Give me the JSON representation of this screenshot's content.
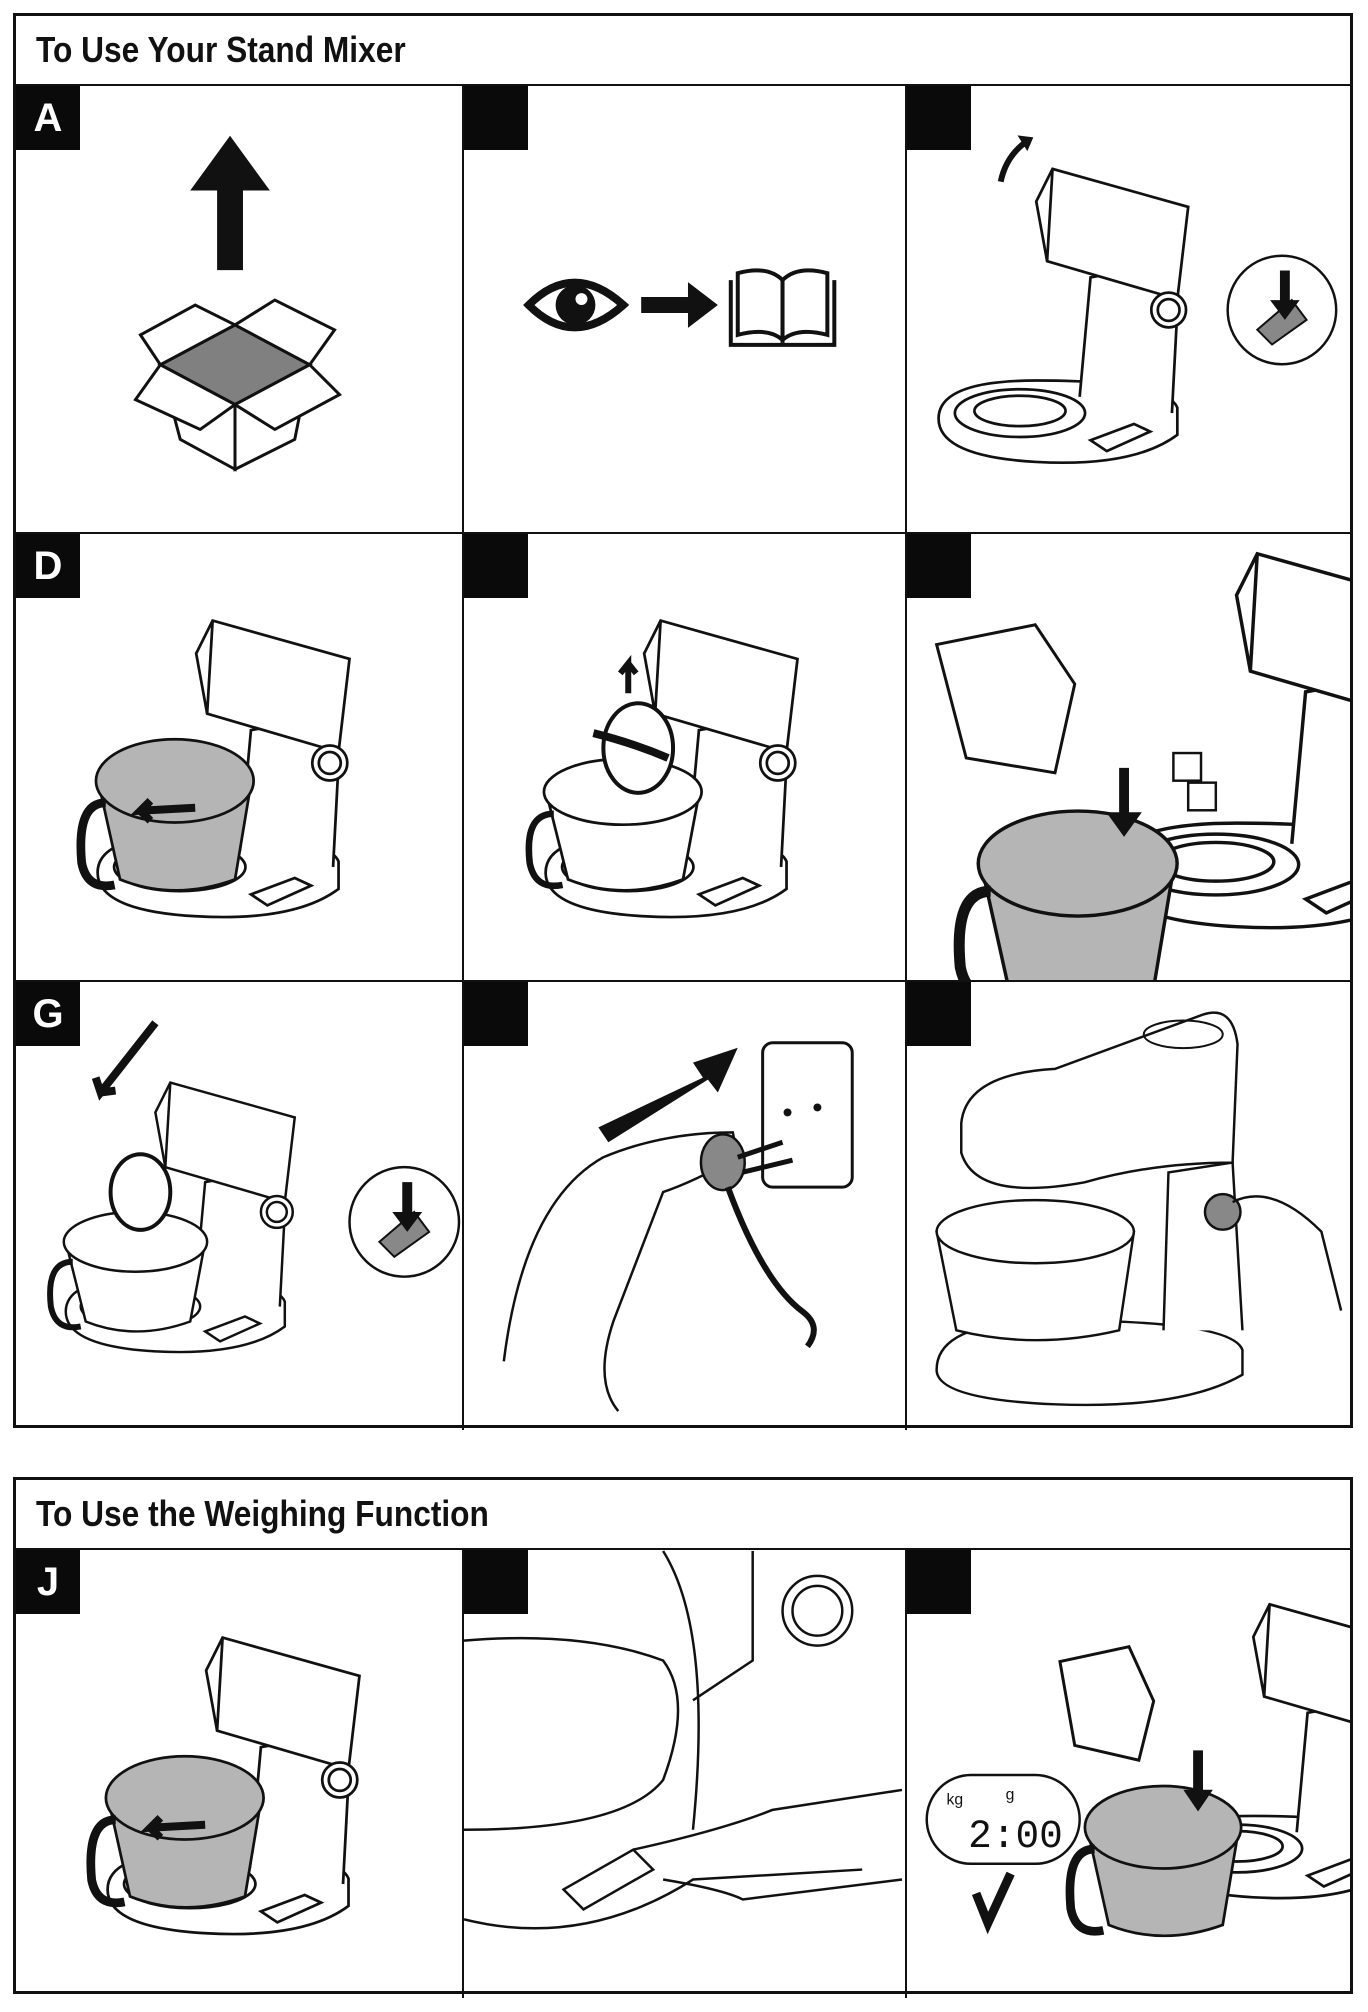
{
  "section1": {
    "title": "To Use Your Stand Mixer",
    "panels": [
      {
        "label": "A",
        "icon": "box-unpack-arrow-up"
      },
      {
        "label": "",
        "icon": "eye-arrow-book"
      },
      {
        "label": "",
        "icon": "mixer-head-raise-lever"
      },
      {
        "label": "D",
        "icon": "mixer-bowl-attach"
      },
      {
        "label": "",
        "icon": "mixer-tool-attach"
      },
      {
        "label": "",
        "icon": "mixer-add-ingredients"
      },
      {
        "label": "G",
        "icon": "mixer-head-lower-lever"
      },
      {
        "label": "",
        "icon": "plug-into-socket"
      },
      {
        "label": "",
        "icon": "turn-speed-knob"
      }
    ]
  },
  "section2": {
    "title": "To Use the Weighing Function",
    "panels": [
      {
        "label": "J",
        "icon": "mixer-bowl-attach"
      },
      {
        "label": "",
        "icon": "press-weigh-button"
      },
      {
        "label": "",
        "icon": "scale-display-add-ingredients"
      }
    ],
    "display": {
      "unit_kg": "kg",
      "unit_g": "g",
      "reading": "2:00"
    }
  },
  "colors": {
    "line": "#111111",
    "fill_gray": "#b5b5b5",
    "label_bg": "#0a0a0a"
  }
}
